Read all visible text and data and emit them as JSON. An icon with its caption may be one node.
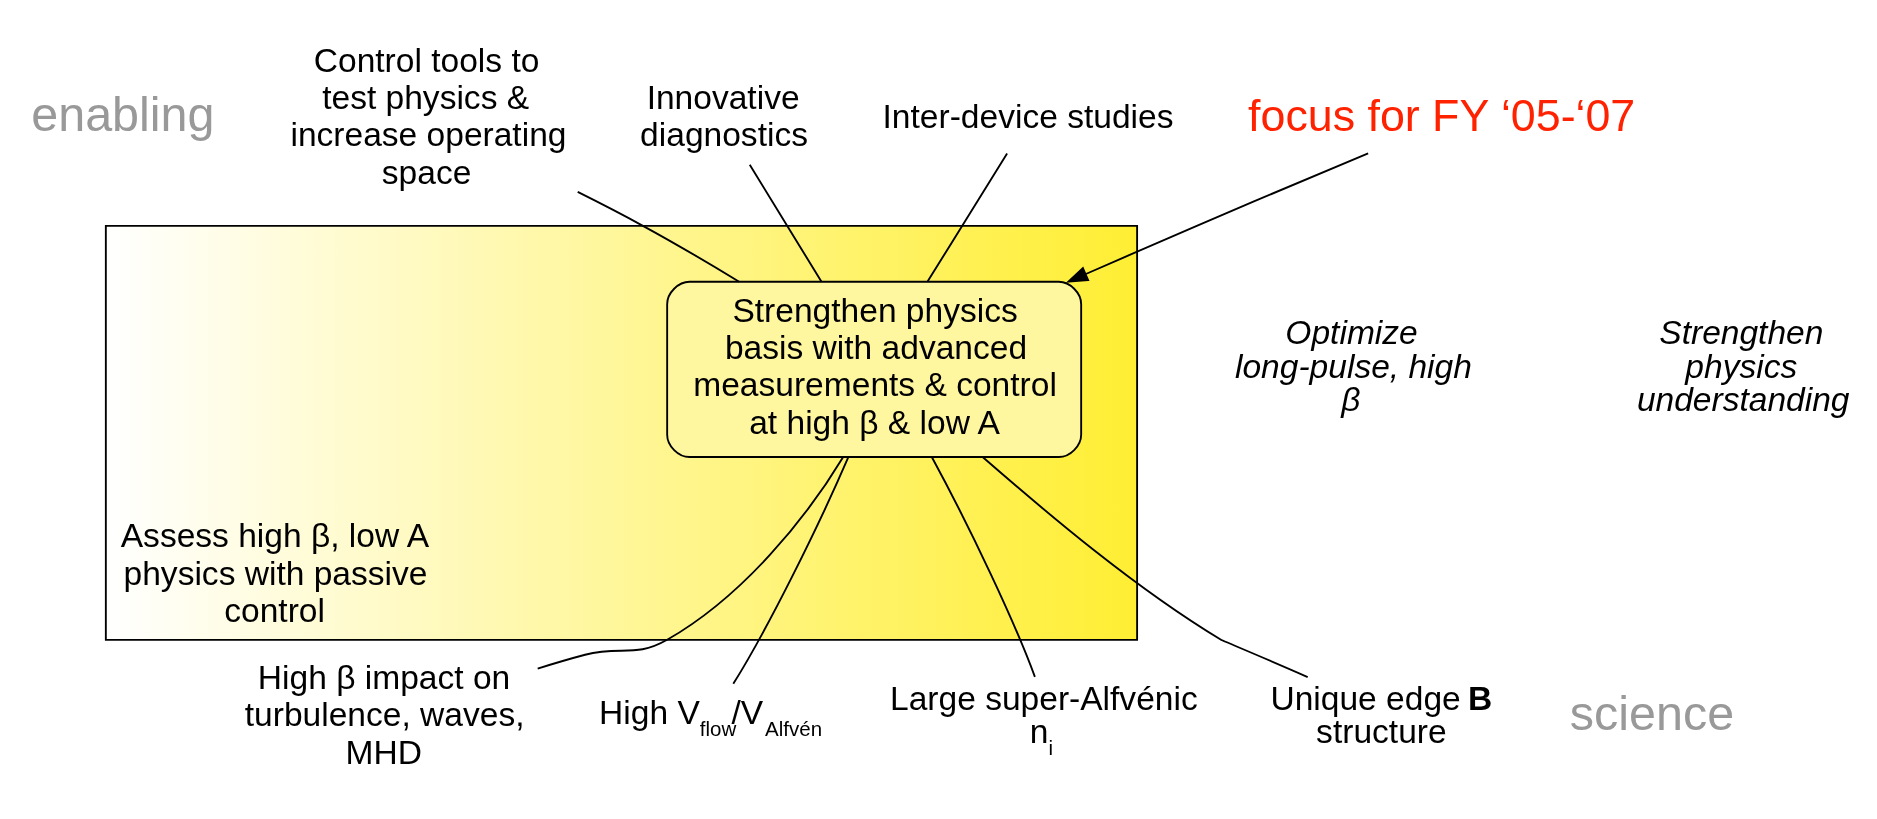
{
  "diagram": {
    "nodes": [
      {
        "text": [
          "Assess high β, low A physics with passive control"
        ]
      },
      {
        "text": [
          "Strengthen physics basis with advanced measurements & control at high β & low A"
        ],
        "in": 0
      },
      {
        "text": [
          "Control tools to test physics & increase operating space"
        ]
      },
      {
        "text": [
          "Innovative diagnostics"
        ]
      },
      {
        "text": [
          "Inter-device studies"
        ]
      },
      {
        "text": [
          "focus for FY ‘05-‘07"
        ]
      },
      {
        "text": [
          "High β impact on turbulence, waves, MHD"
        ]
      },
      {
        "text": [
          "High V$_{flow}$/V$_{Alfvén}$"
        ]
      },
      {
        "text": [
          "Large super-Alfvénic n$_{i}$"
        ]
      },
      {
        "text": [
          "Unique edge **B** structure"
        ]
      }
    ],
    "edges": [
      {
        "from": 2,
        "to": 1,
        "arrow": "none"
      },
      {
        "from": 3,
        "to": 1,
        "arrow": "none"
      },
      {
        "from": 4,
        "to": 1,
        "arrow": "none"
      },
      {
        "from": 5,
        "to": 1,
        "arrow": "to"
      },
      {
        "from": 6,
        "to": 1,
        "arrow": "none"
      },
      {
        "from": 7,
        "to": 1,
        "arrow": "none"
      },
      {
        "from": 8,
        "to": 1,
        "arrow": "none"
      },
      {
        "from": 9,
        "to": 1,
        "arrow": "none"
      }
    ],
    "labels": [
      "enabling",
      "science",
      "Optimize long-pulse, high β",
      "Strengthen physics understanding"
    ]
  }
}
